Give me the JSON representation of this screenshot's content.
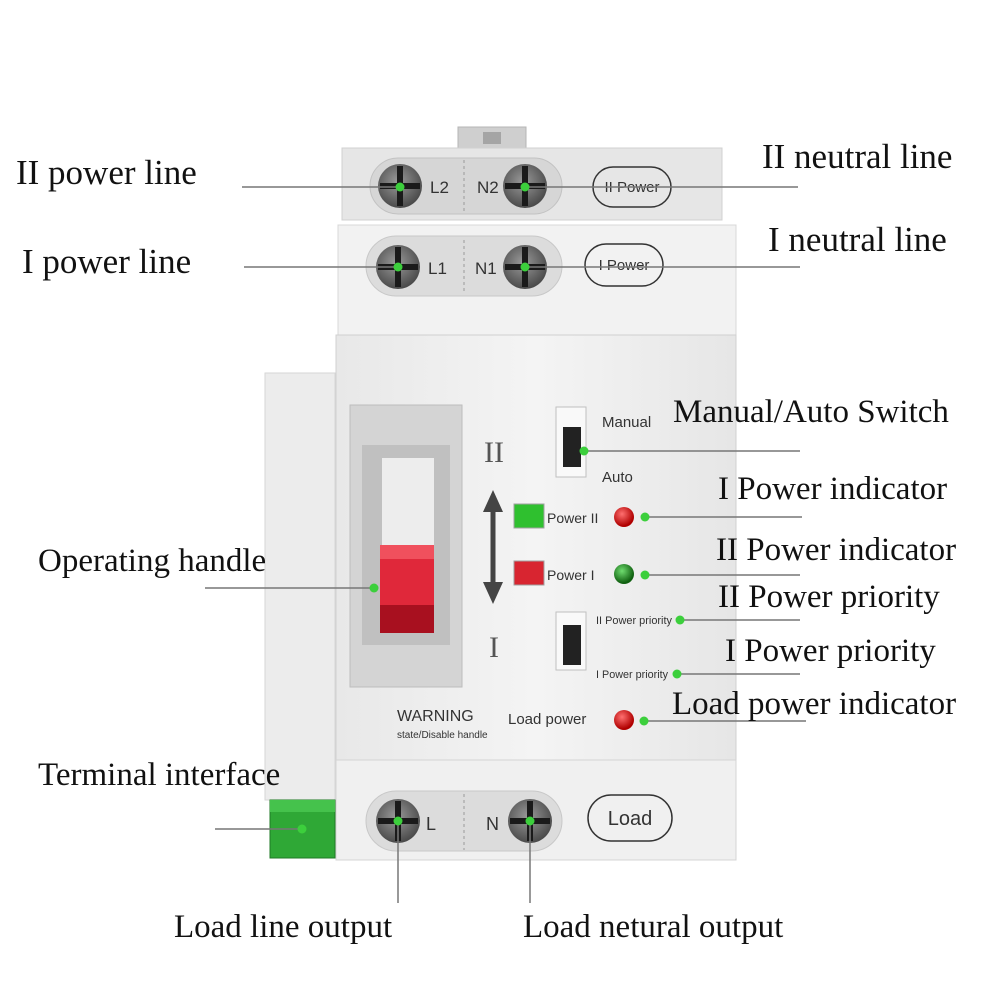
{
  "callouts": {
    "ii_power_line": "II power line",
    "i_power_line": "I power line",
    "ii_neutral_line": "II neutral line",
    "i_neutral_line": "I neutral line",
    "manual_auto_switch": "Manual/Auto Switch",
    "i_power_indicator": "I Power indicator",
    "ii_power_indicator": "II Power indicator",
    "ii_power_priority": "II Power priority",
    "i_power_priority": "I Power priority",
    "load_power_indicator": "Load power indicator",
    "operating_handle": "Operating handle",
    "terminal_interface": "Terminal interface",
    "load_line_output": "Load line output",
    "load_neutral_output": "Load netural output"
  },
  "device": {
    "terminal_L2": "L2",
    "terminal_N2": "N2",
    "power2_badge": "II Power",
    "terminal_L1": "L1",
    "terminal_N1": "N1",
    "power1_badge": "I Power",
    "roman_top": "II",
    "roman_bottom": "I",
    "switch_manual": "Manual",
    "switch_auto": "Auto",
    "power_ii_label": "Power II",
    "power_i_label": "Power I",
    "priority_ii_label": "II Power priority",
    "priority_i_label": "I Power priority",
    "warning_title": "WARNING",
    "warning_sub": "state/Disable handle",
    "load_power_label": "Load power",
    "terminal_L": "L",
    "terminal_N": "N",
    "load_badge": "Load"
  },
  "colors": {
    "indicator_red": "#d81e1e",
    "indicator_green": "#1f9a1f",
    "pointer_dot": "#3ccf3c",
    "handle_red": "#e0283a",
    "connector_green": "#2fa836",
    "leader_line": "#777777"
  }
}
